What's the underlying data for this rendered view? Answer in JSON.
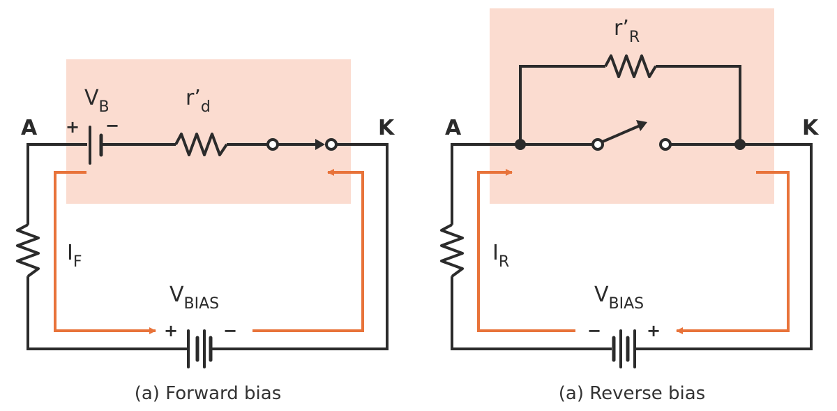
{
  "colors": {
    "wire": "#2b2b2b",
    "current": "#e8733a",
    "highlight": "#fbdcd0"
  },
  "forward": {
    "node_a": "A",
    "node_k": "K",
    "vb": {
      "main": "V",
      "sub": "B"
    },
    "vb_plus": "+",
    "vb_minus": "−",
    "rd": {
      "main": "r’",
      "sub": "d"
    },
    "current": {
      "main": "I",
      "sub": "F"
    },
    "vbias": {
      "main": "V",
      "sub": "BIAS"
    },
    "bias_plus": "+",
    "bias_minus": "−",
    "caption": "(a) Forward bias"
  },
  "reverse": {
    "node_a": "A",
    "node_k": "K",
    "rr": {
      "main": "r’",
      "sub": "R"
    },
    "current": {
      "main": "I",
      "sub": "R"
    },
    "vbias": {
      "main": "V",
      "sub": "BIAS"
    },
    "bias_minus": "−",
    "bias_plus": "+",
    "caption": "(a) Reverse bias"
  }
}
